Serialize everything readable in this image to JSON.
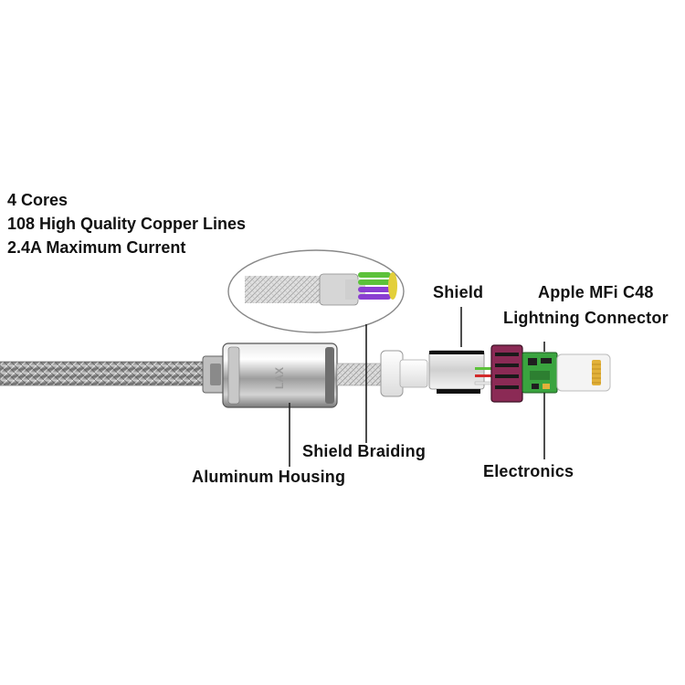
{
  "specs": {
    "lines": [
      "4 Cores",
      "108 High Quality Copper Lines",
      "2.4A Maximum Current"
    ]
  },
  "callouts": {
    "shield": "Shield",
    "connector_line1": "Apple MFi C48",
    "connector_line2": "Lightning Connector",
    "shield_braiding": "Shield Braiding",
    "aluminum_housing": "Aluminum Housing",
    "electronics": "Electronics"
  },
  "housing_logo": "LAX",
  "colors": {
    "text": "#111111",
    "pcb_green": "#3aa43f",
    "wire_green": "#5cc23a",
    "wire_purple": "#8a3fd1",
    "wire_red": "#d22a2a",
    "connector_magenta": "#8b2a55",
    "gold_contacts": "#e2b13a"
  }
}
